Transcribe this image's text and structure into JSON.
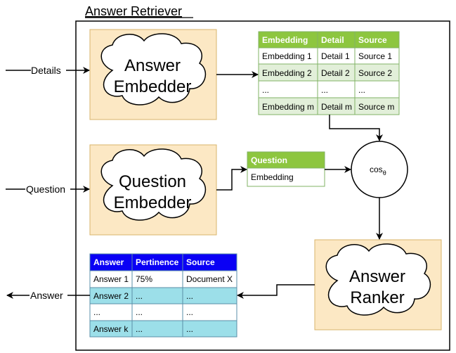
{
  "title": "Answer Retriever",
  "inputs": {
    "details": "Details",
    "question": "Question",
    "answer": "Answer"
  },
  "answer_embedder": {
    "line1": "Answer",
    "line2": "Embedder"
  },
  "question_embedder": {
    "line1": "Question",
    "line2": "Embedder"
  },
  "answer_ranker": {
    "line1": "Answer",
    "line2": "Ranker"
  },
  "cos_node": {
    "label": "cos",
    "subscript": "θ"
  },
  "colors": {
    "green_header": "#8dc63f",
    "green_row": "#e2efd9",
    "blue_header": "#0a00f5",
    "blue_row": "#9cdfe9",
    "box_fill": "#fce8c4",
    "box_stroke": "#d9b56b"
  },
  "embedding_table": {
    "headers": [
      "Embedding",
      "Detail",
      "Source"
    ],
    "rows": [
      [
        "Embedding 1",
        "Detail 1",
        "Source 1"
      ],
      [
        "Embedding 2",
        "Detail 2",
        "Source 2"
      ],
      [
        "...",
        "...",
        "..."
      ],
      [
        "Embedding m",
        "Detail m",
        "Source m"
      ]
    ]
  },
  "question_table": {
    "header": "Question",
    "row": "Embedding"
  },
  "answer_table": {
    "headers": [
      "Answer",
      "Pertinence",
      "Source"
    ],
    "rows": [
      [
        "Answer 1",
        "75%",
        "Document X"
      ],
      [
        "Answer 2",
        "...",
        "..."
      ],
      [
        "...",
        "...",
        "..."
      ],
      [
        "Answer k",
        "...",
        "..."
      ]
    ]
  }
}
